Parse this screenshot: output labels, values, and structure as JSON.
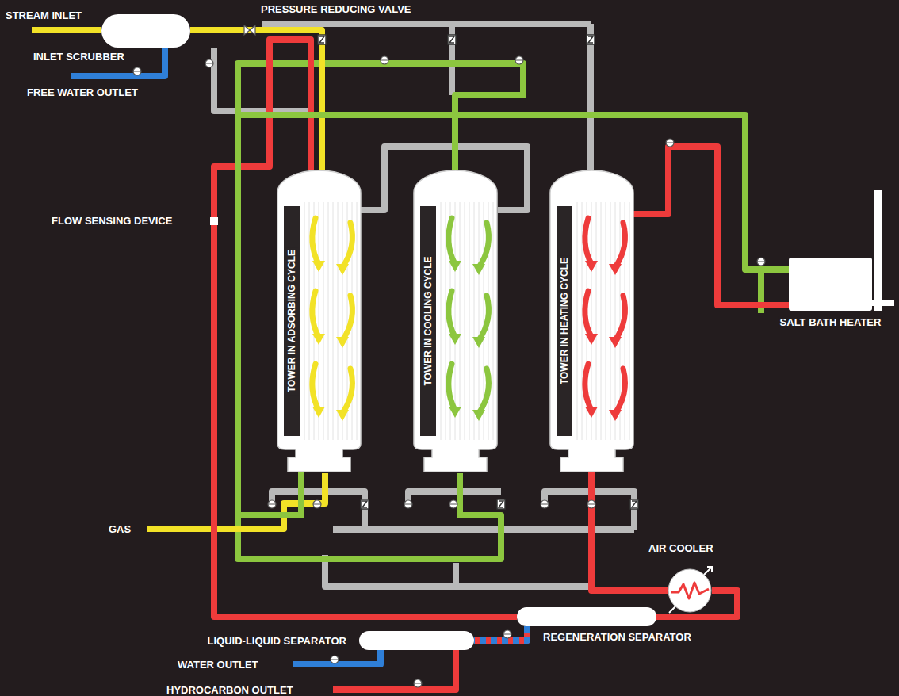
{
  "diagram": {
    "nodes": [
      {
        "text": [
          "INLET SCRUBBER"
        ]
      },
      {
        "text": [
          "TOWER IN ADSORBING CYCLE"
        ]
      },
      {
        "text": [
          "TOWER IN COOLING CYCLE"
        ]
      },
      {
        "text": [
          "TOWER IN HEATING CYCLE"
        ]
      },
      {
        "text": [
          "SALT BATH HEATER"
        ]
      },
      {
        "text": [
          "AIR COOLER"
        ]
      },
      {
        "text": [
          "REGENERATION SEPARATOR"
        ]
      },
      {
        "text": [
          "LIQUID-LIQUID SEPARATOR"
        ]
      }
    ],
    "edges": [
      {
        "from": 0,
        "to": 1,
        "arrow": "none"
      },
      {
        "from": 2,
        "to": 4,
        "arrow": "none"
      },
      {
        "from": 4,
        "to": 3,
        "arrow": "none"
      },
      {
        "from": 3,
        "to": 5,
        "arrow": "none"
      },
      {
        "from": 5,
        "to": 6,
        "arrow": "none"
      },
      {
        "from": 6,
        "to": 7,
        "arrow": "none"
      },
      {
        "from": 6,
        "to": 1,
        "arrow": "none"
      },
      {
        "from": 1,
        "to": 2,
        "arrow": "none"
      }
    ],
    "labels": [
      "STREAM INLET",
      "PRESSURE REDUCING VALVE",
      "FREE WATER OUTLET",
      "FLOW SENSING DEVICE",
      "GAS",
      "WATER OUTLET",
      "HYDROCARBON OUTLET"
    ]
  }
}
